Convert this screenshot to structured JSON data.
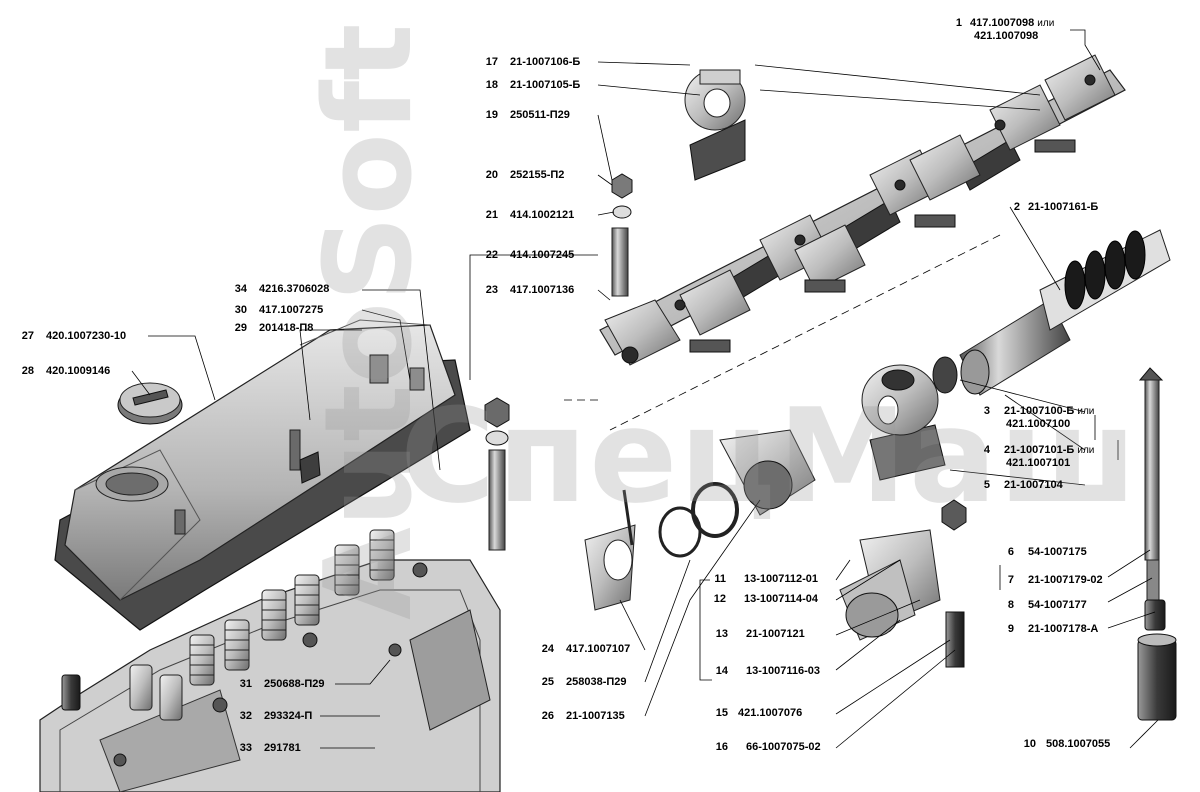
{
  "watermark": {
    "brand_top": "AutoSoft",
    "brand_bottom": "СпецМаш"
  },
  "parts": [
    {
      "num": "1",
      "code": "417.1007098",
      "alt_word": "или",
      "code2": "421.1007098"
    },
    {
      "num": "2",
      "code": "21-1007161-Б"
    },
    {
      "num": "3",
      "code": "21-1007100-Б",
      "alt_word": "или",
      "code2": "421.1007100"
    },
    {
      "num": "4",
      "code": "21-1007101-Б",
      "alt_word": "или",
      "code2": "421.1007101"
    },
    {
      "num": "5",
      "code": "21-1007104"
    },
    {
      "num": "6",
      "code": "54-1007175"
    },
    {
      "num": "7",
      "code": "21-1007179-02"
    },
    {
      "num": "8",
      "code": "54-1007177"
    },
    {
      "num": "9",
      "code": "21-1007178-А"
    },
    {
      "num": "10",
      "code": "508.1007055"
    },
    {
      "num": "11",
      "code": "13-1007112-01"
    },
    {
      "num": "12",
      "code": "13-1007114-04"
    },
    {
      "num": "13",
      "code": "21-1007121"
    },
    {
      "num": "14",
      "code": "13-1007116-03"
    },
    {
      "num": "15",
      "code": "421.1007076"
    },
    {
      "num": "16",
      "code": "66-1007075-02"
    },
    {
      "num": "17",
      "code": "21-1007106-Б"
    },
    {
      "num": "18",
      "code": "21-1007105-Б"
    },
    {
      "num": "19",
      "code": "250511-П29"
    },
    {
      "num": "20",
      "code": "252155-П2"
    },
    {
      "num": "21",
      "code": "414.1002121"
    },
    {
      "num": "22",
      "code": "414.1007245"
    },
    {
      "num": "23",
      "code": "417.1007136"
    },
    {
      "num": "24",
      "code": "417.1007107"
    },
    {
      "num": "25",
      "code": "258038-П29"
    },
    {
      "num": "26",
      "code": "21-1007135"
    },
    {
      "num": "27",
      "code": "420.1007230-10"
    },
    {
      "num": "28",
      "code": "420.1009146"
    },
    {
      "num": "29",
      "code": "201418-П8"
    },
    {
      "num": "30",
      "code": "417.1007275"
    },
    {
      "num": "31",
      "code": "250688-П29"
    },
    {
      "num": "32",
      "code": "293324-П"
    },
    {
      "num": "33",
      "code": "291781"
    },
    {
      "num": "34",
      "code": "4216.3706028"
    }
  ]
}
